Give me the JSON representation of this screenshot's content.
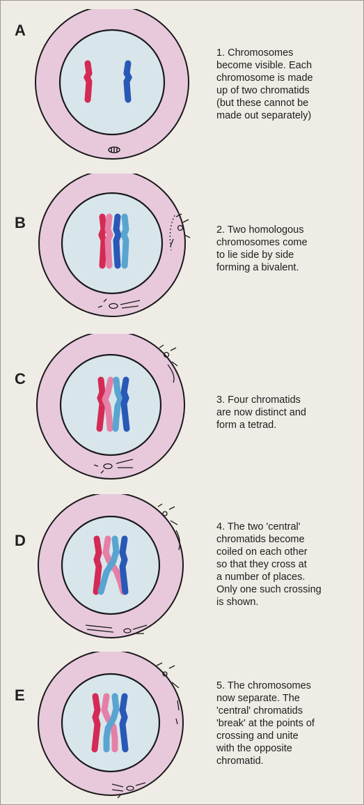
{
  "figure": {
    "colors": {
      "background": "#efece6",
      "outer_membrane": "#e8c9dc",
      "nucleus": "#d8e6ec",
      "outline": "#1a1a1a",
      "maternal_chromatid": "#d42a55",
      "maternal_chromatid_light": "#e67fa6",
      "paternal_chromatid": "#2a58b6",
      "paternal_chromatid_light": "#5aa4d0"
    },
    "stages": [
      {
        "letter": "A",
        "caption": [
          "1. Chromosomes",
          "become visible. Each",
          "chromosome is made",
          "up of two chromatids",
          "(but these cannot be",
          "made out separately)"
        ]
      },
      {
        "letter": "B",
        "caption": [
          "2. Two homologous",
          "chromosomes come",
          "to lie side by side",
          "forming a bivalent."
        ]
      },
      {
        "letter": "C",
        "caption": [
          "3. Four chromatids",
          "are now distinct and",
          "form a tetrad."
        ]
      },
      {
        "letter": "D",
        "caption": [
          "4. The two 'central'",
          "chromatids become",
          "coiled on each other",
          "so that they cross at",
          "a number of places.",
          "Only one such crossing",
          "is shown."
        ]
      },
      {
        "letter": "E",
        "caption": [
          "5. The chromosomes",
          "now separate. The",
          "'central' chromatids",
          "'break' at the points of",
          "crossing and unite",
          "with the opposite",
          "chromatid."
        ]
      }
    ]
  }
}
